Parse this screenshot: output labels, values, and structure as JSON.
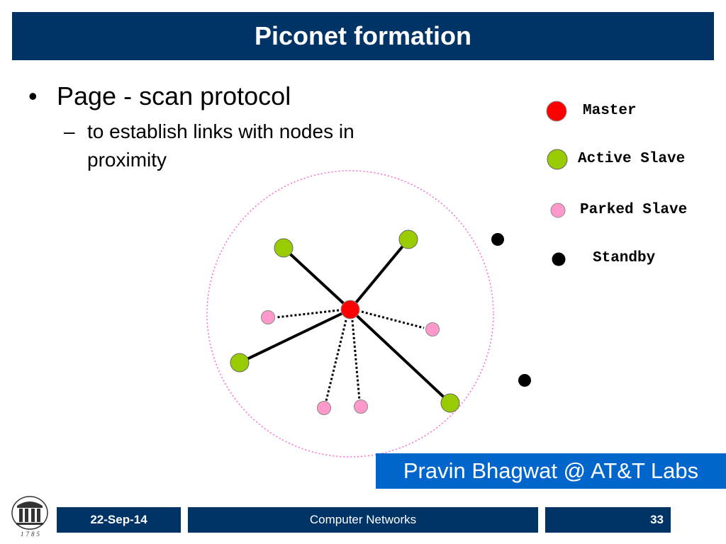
{
  "slide": {
    "title": "Piconet formation",
    "bullet_main": "Page - scan protocol",
    "bullet_sub": "to establish links with nodes in proximity",
    "bullet_marker": "•",
    "sub_marker": "–"
  },
  "legend": [
    {
      "label": "Master",
      "color": "#ff0000"
    },
    {
      "label": "Active Slave",
      "color": "#99cc00"
    },
    {
      "label": "Parked Slave",
      "color": "#ff99cc"
    },
    {
      "label": "Standby",
      "color": "#000000"
    }
  ],
  "diagram": {
    "colors": {
      "master": "#ff0000",
      "active": "#99cc00",
      "parked": "#ff99cc",
      "standby": "#000000",
      "range_circle": "#ff66cc"
    }
  },
  "credit": "Pravin Bhagwat @ AT&T Labs",
  "footer": {
    "date": "22-Sep-14",
    "course": "Computer Networks",
    "page": "33"
  },
  "logo": {
    "year_text": "1785",
    "icon": "university-arch-logo"
  }
}
